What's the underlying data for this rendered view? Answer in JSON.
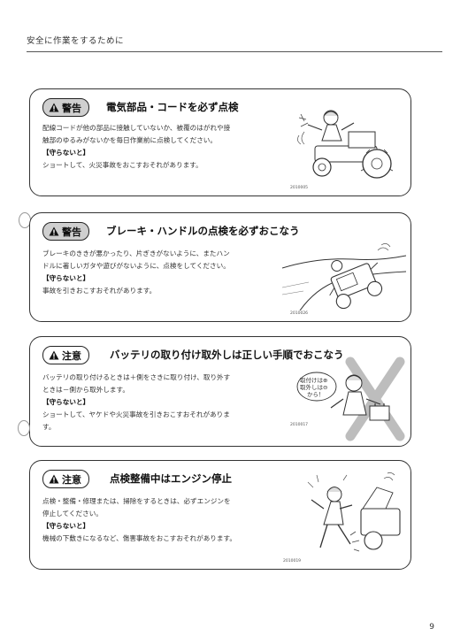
{
  "header": {
    "title": "安全に作業をするために"
  },
  "sections": [
    {
      "badge": "警告",
      "title": "電気部品・コードを必ず点検",
      "body_lines": [
        "配線コードが他の部品に接触していないか、被覆のはがれや接",
        "触部のゆるみがないかを毎日作業前に点検してください。"
      ],
      "consequence_label": "【守らないと】",
      "consequence_lines": [
        "ショートして、火災事故をおこすおそれがあります。"
      ],
      "figure_id": "2010005"
    },
    {
      "badge": "警告",
      "title": "ブレーキ・ハンドルの点検を必ずおこなう",
      "body_lines": [
        "ブレーキのききが悪かったり、片ぎきがないように、またハン",
        "ドルに著しいガタや遊びがないように、点検をしてください。"
      ],
      "consequence_label": "【守らないと】",
      "consequence_lines": [
        "事故を引きおこすおそれがあります。"
      ],
      "figure_id": "2010026"
    },
    {
      "badge": "注意",
      "title": "バッテリの取り付け取外しは正しい手順でおこなう",
      "body_lines": [
        "バッテリの取り付けるときは＋側をさきに取り付け、取り外す",
        "ときは－側から取外します。"
      ],
      "consequence_label": "【守らないと】",
      "consequence_lines": [
        "ショートして、ヤケドや火災事故を引きおこすおそれがありま",
        "す。"
      ],
      "figure_id": "2010017",
      "speech": [
        "取付けは⊕",
        "取外しは⊖",
        "から！"
      ]
    },
    {
      "badge": "注意",
      "title": "点検整備中はエンジン停止",
      "body_lines": [
        "点検・整備・修理または、掃除をするときは、必ずエンジンを",
        "停止してください。"
      ],
      "consequence_label": "【守らないと】",
      "consequence_lines": [
        "機械の下敷きになるなど、傷害事故をおこすおそれがあります。"
      ],
      "figure_id": "2010019"
    }
  ],
  "page_number": "9"
}
